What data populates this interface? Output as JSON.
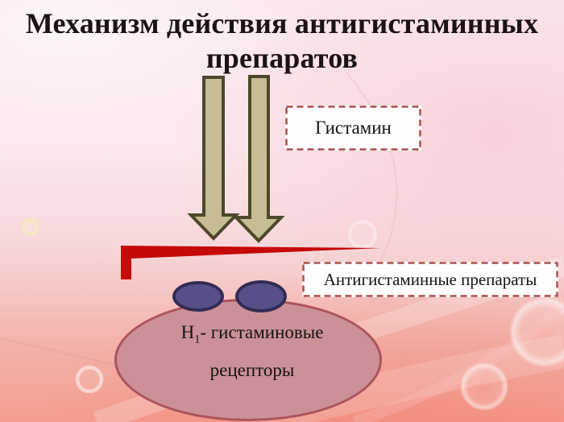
{
  "slide": {
    "title": "Механизм действия антигистаминных препаратов",
    "histamine_box": {
      "label": "Гистамин"
    },
    "antihistamine_box": {
      "label": "Антигистаминные препараты"
    },
    "receptor": {
      "label_prefix": "H",
      "label_subscript": "1",
      "label_suffix": "- гистаминовые рецепторы"
    },
    "diagram": {
      "arrow_count": 2,
      "arrow_direction": "down"
    },
    "colors": {
      "title_text": "#1b1214",
      "arrow_fill": "#c6bd95",
      "arrow_outline": "#4d482b",
      "inhibition_bar": "#c50808",
      "box_border": "#a84f4f",
      "box_background": "#fffdfd",
      "receptor_fill": "#575088",
      "receptor_outline": "#322c55",
      "cell_fill": "#cb9197",
      "cell_border": "#ad535d"
    }
  }
}
